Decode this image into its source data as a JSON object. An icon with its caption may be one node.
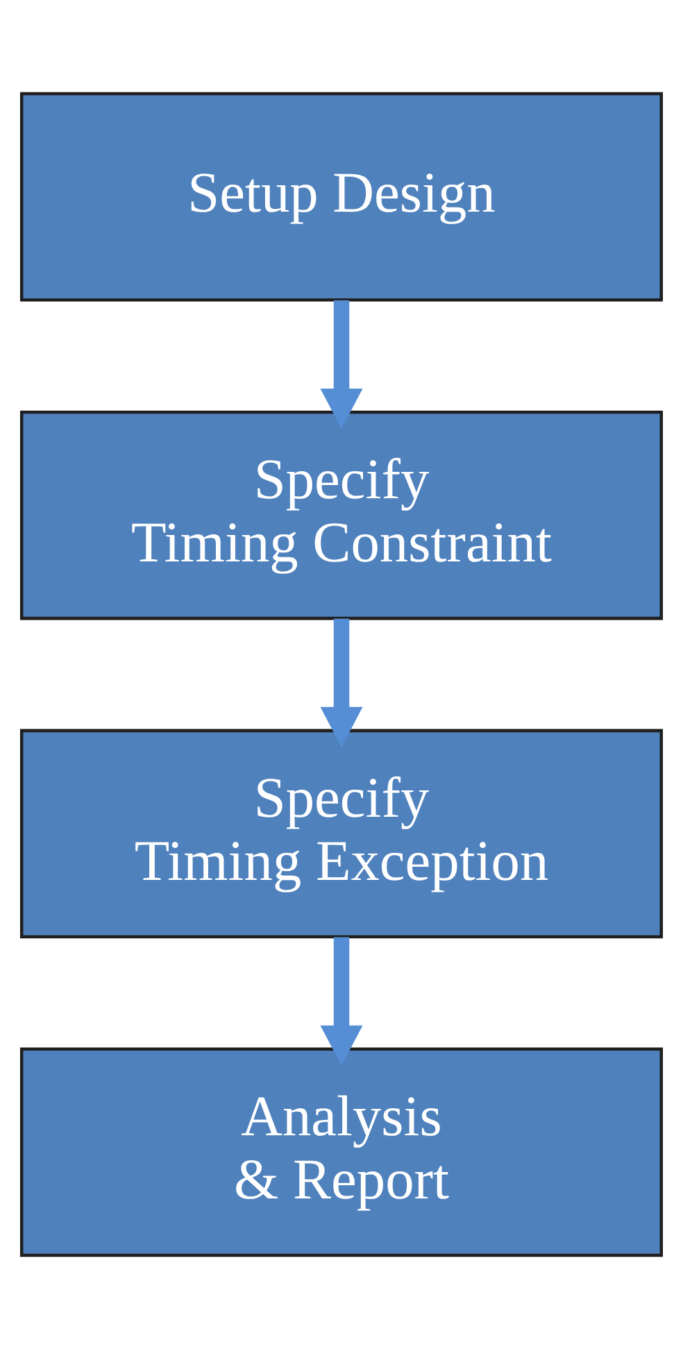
{
  "diagram": {
    "nodes": [
      {
        "text": [
          "Setup Design"
        ]
      },
      {
        "text": [
          "Specify Timing Constraint"
        ]
      },
      {
        "text": [
          "Specify Timing Exception"
        ]
      },
      {
        "text": [
          "Analysis & Report"
        ]
      }
    ],
    "edges": [
      {
        "from": 0,
        "to": 1,
        "arrow": "to"
      },
      {
        "from": 1,
        "to": 2,
        "arrow": "to"
      },
      {
        "from": 2,
        "to": 3,
        "arrow": "to"
      }
    ]
  }
}
